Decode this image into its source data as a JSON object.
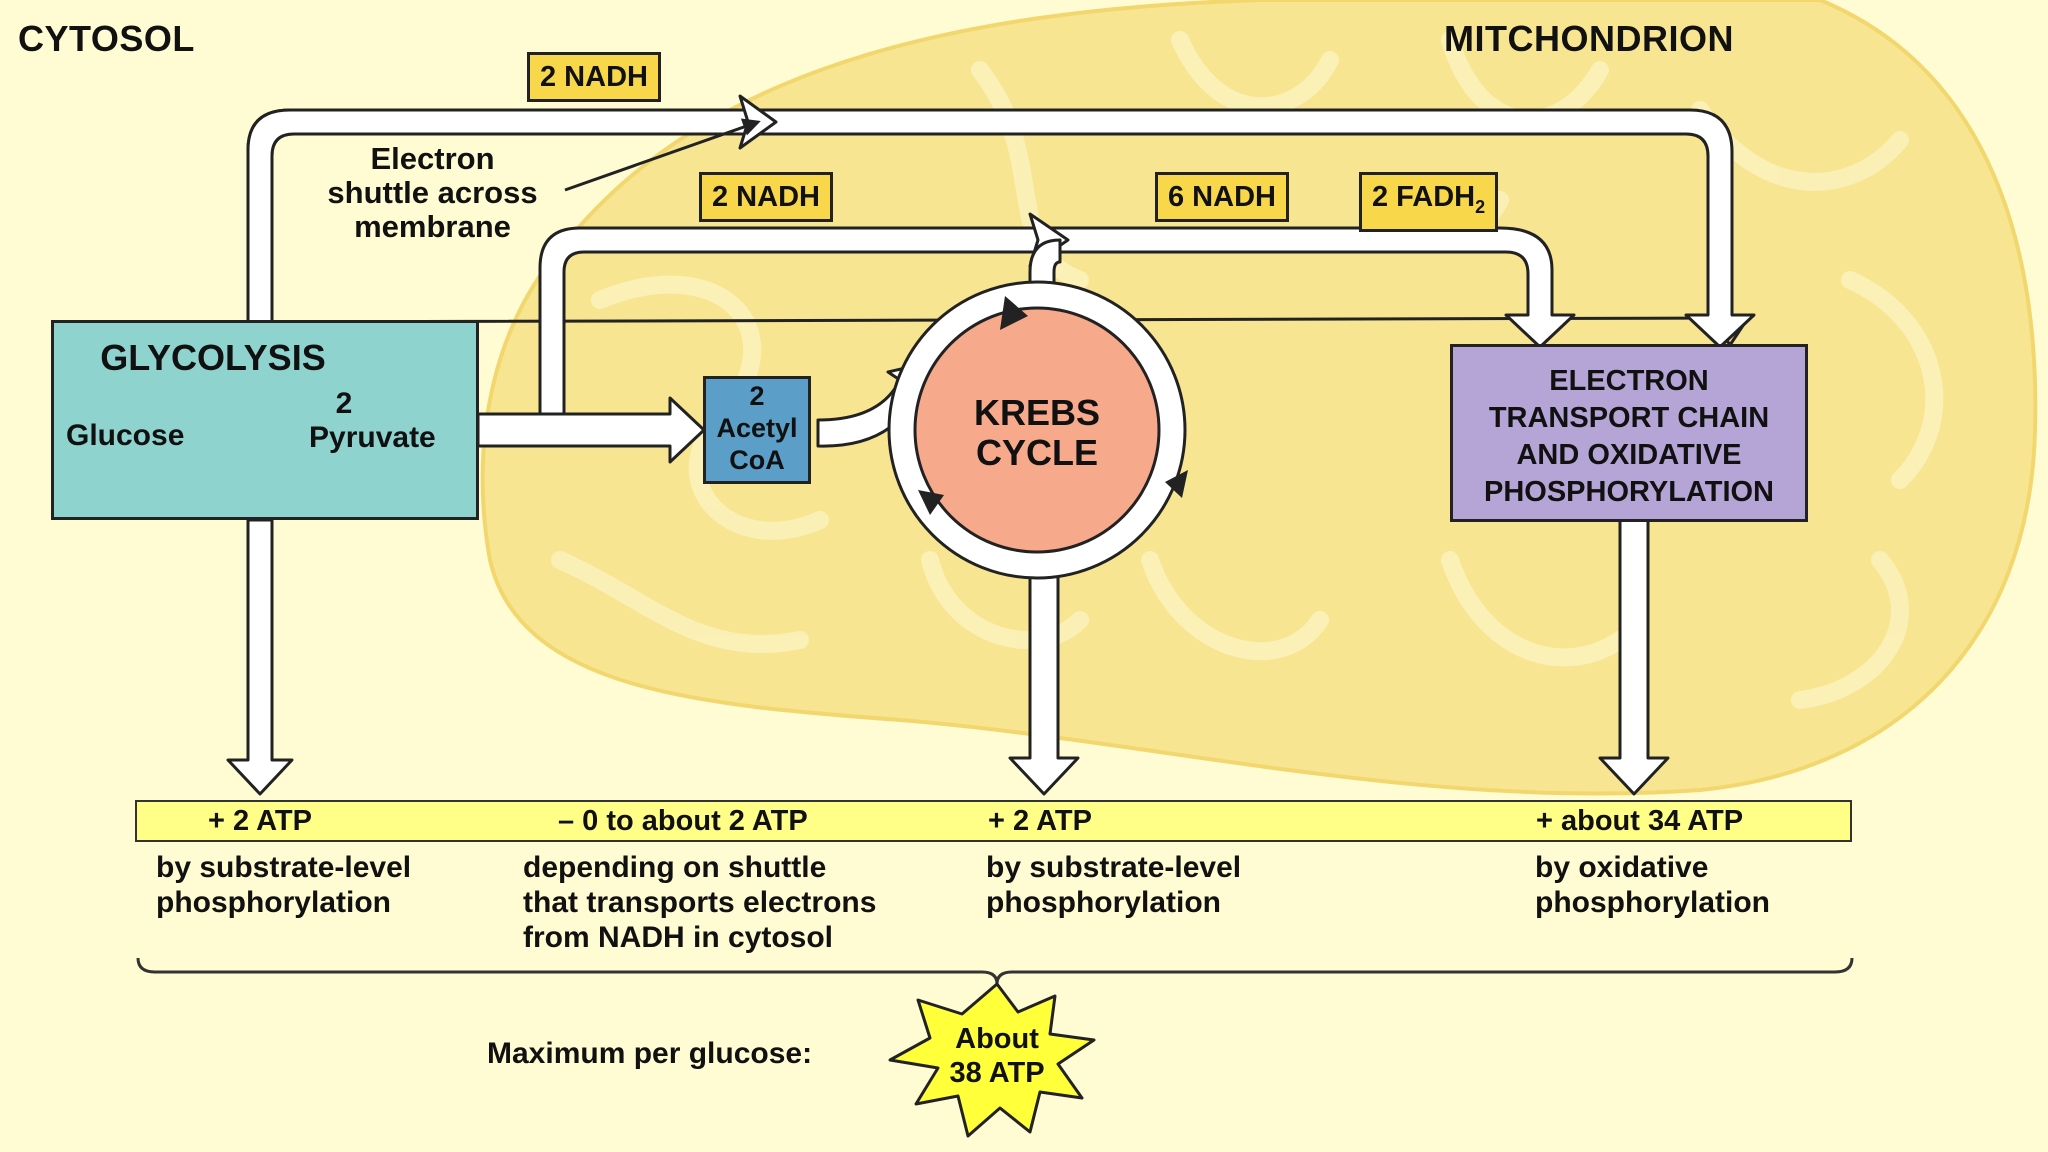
{
  "regions": {
    "cytosol": "CYTOSOL",
    "mitochondrion": "MITCHONDRION"
  },
  "tags": {
    "nadh_shuttle": "2 NADH",
    "nadh_pyruvate": "2 NADH",
    "nadh_krebs": "6 NADH",
    "fadh2_main": "2 FADH",
    "fadh2_sub": "2"
  },
  "shuttle_label": "Electron\nshuttle across\nmembrane",
  "glycolysis": {
    "title": "GLYCOLYSIS",
    "glucose": "Glucose",
    "pyruvate_num": "2",
    "pyruvate": "Pyruvate"
  },
  "acetyl": {
    "num": "2",
    "name": "Acetyl",
    "coa": "CoA"
  },
  "krebs": {
    "line1": "KREBS",
    "line2": "CYCLE"
  },
  "etc": {
    "line1": "ELECTRON",
    "line2": "TRANSPORT CHAIN",
    "line3": "AND OXIDATIVE",
    "line4": "PHOSPHORYLATION"
  },
  "atp": {
    "glycolysis": "+ 2  ATP",
    "shuttle": "– 0 to about 2 ATP",
    "krebs": "+ 2  ATP",
    "oxidative": "+ about 34  ATP"
  },
  "descriptions": {
    "glycolysis": "by substrate-level\nphosphorylation",
    "shuttle": "depending on shuttle\nthat transports electrons\nfrom NADH in cytosol",
    "krebs": "by substrate-level\nphosphorylation",
    "oxidative": "by oxidative\nphosphorylation"
  },
  "maximum": {
    "label": "Maximum per glucose:",
    "line1": "About",
    "line2": "38 ATP"
  },
  "colors": {
    "background": "#fffcd3",
    "mitochondrion": "#f8e592",
    "glycolysis_box": "#8fd3cf",
    "acetyl_box": "#5b9ec8",
    "krebs_fill": "#f6a98b",
    "etc_box": "#b5a5d6",
    "tag": "#f8d84a",
    "atp_bar": "#ffff88",
    "star": "#ffff3a"
  }
}
